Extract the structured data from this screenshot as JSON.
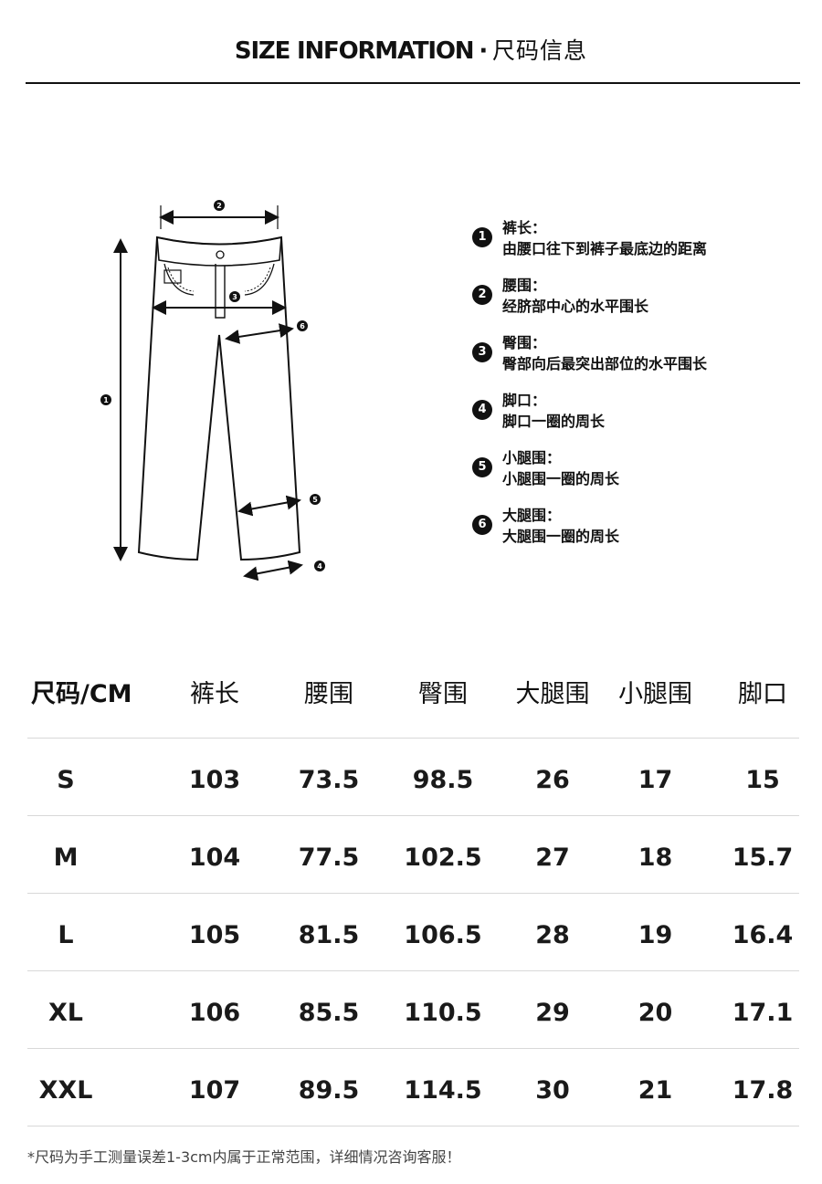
{
  "header": {
    "title_en": "SIZE INFORMATION",
    "separator": "·",
    "title_cn": "尺码信息"
  },
  "diagram": {
    "markers": [
      "1",
      "2",
      "3",
      "4",
      "5",
      "6"
    ]
  },
  "legend": [
    {
      "num": "1",
      "title": "裤长：",
      "desc": "由腰口往下到裤子最底边的距离"
    },
    {
      "num": "2",
      "title": "腰围：",
      "desc": "经脐部中心的水平围长"
    },
    {
      "num": "3",
      "title": "臀围：",
      "desc": "臀部向后最突出部位的水平围长"
    },
    {
      "num": "4",
      "title": "脚口：",
      "desc": "脚口一圈的周长"
    },
    {
      "num": "5",
      "title": "小腿围：",
      "desc": "小腿围一圈的周长"
    },
    {
      "num": "6",
      "title": "大腿围：",
      "desc": "大腿围一圈的周长"
    }
  ],
  "table": {
    "headers": [
      "尺码/CM",
      "裤长",
      "腰围",
      "臀围",
      "大腿围",
      "小腿围",
      "脚口"
    ],
    "rows": [
      [
        "S",
        "103",
        "73.5",
        "98.5",
        "26",
        "17",
        "15"
      ],
      [
        "M",
        "104",
        "77.5",
        "102.5",
        "27",
        "18",
        "15.7"
      ],
      [
        "L",
        "105",
        "81.5",
        "106.5",
        "28",
        "19",
        "16.4"
      ],
      [
        "XL",
        "106",
        "85.5",
        "110.5",
        "29",
        "20",
        "17.1"
      ],
      [
        "XXL",
        "107",
        "89.5",
        "114.5",
        "30",
        "21",
        "17.8"
      ]
    ]
  },
  "footnote": "*尺码为手工测量误差1-3cm内属于正常范围，详细情况咨询客服！"
}
